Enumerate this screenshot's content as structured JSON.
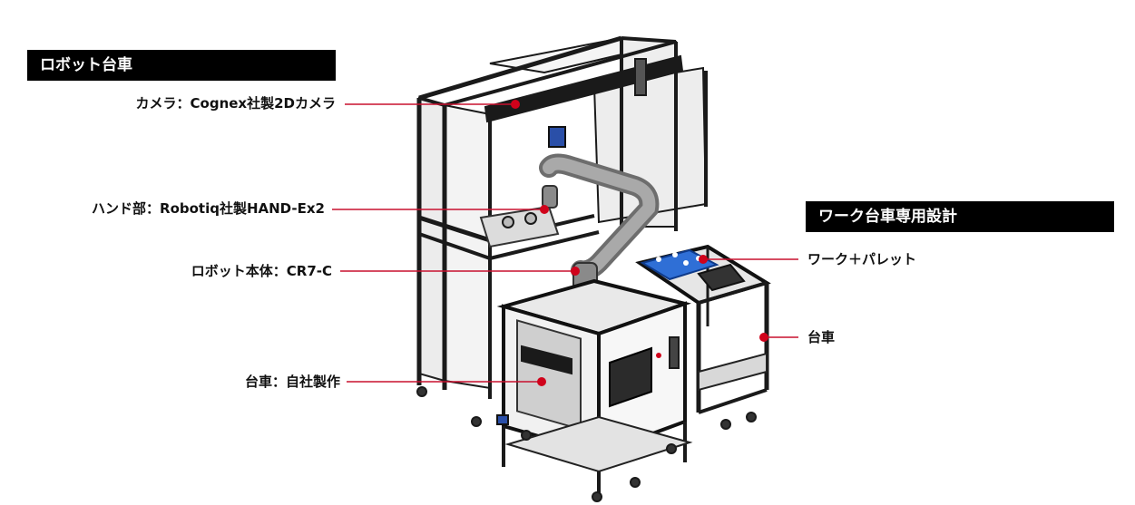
{
  "sections": {
    "robot_cart": "ロボット台車",
    "work_cart": "ワーク台車専用設計"
  },
  "callouts": {
    "camera": "カメラ：Cognex社製2Dカメラ",
    "hand": "ハンド部：Robotiq社製HAND-Ex2",
    "robot_body": "ロボット本体：CR7-C",
    "cart_self": "台車：自社製作",
    "work_pallet": "ワーク＋パレット",
    "cart": "台車"
  },
  "colors": {
    "callout_line": "#c8102e",
    "callout_dot": "#d0021b",
    "tag_bg": "#000000",
    "tag_text": "#ffffff",
    "pallet": "#2f6fd6"
  }
}
